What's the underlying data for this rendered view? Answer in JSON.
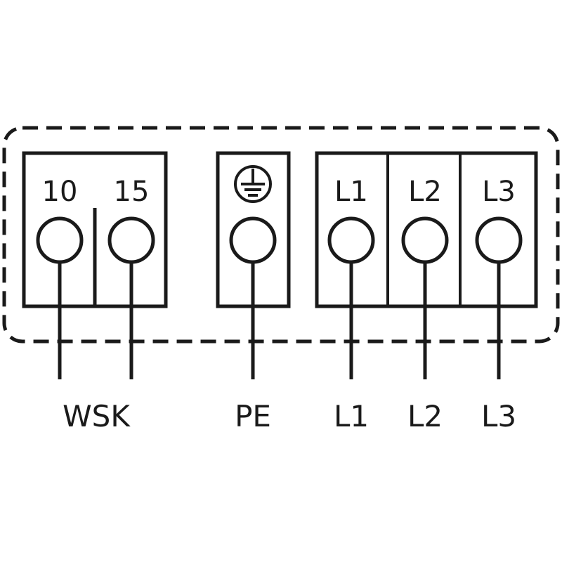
{
  "colors": {
    "ink": "#1a1a1a",
    "background": "#ffffff"
  },
  "blocks": [
    {
      "id": "wsk",
      "terminals": [
        "10",
        "15"
      ],
      "wire_label": "WSK"
    },
    {
      "id": "pe",
      "icon": "ground-icon",
      "wire_label": "PE"
    },
    {
      "id": "power",
      "terminals": [
        "L1",
        "L2",
        "L3"
      ],
      "wire_labels": [
        "L1",
        "L2",
        "L3"
      ]
    }
  ]
}
